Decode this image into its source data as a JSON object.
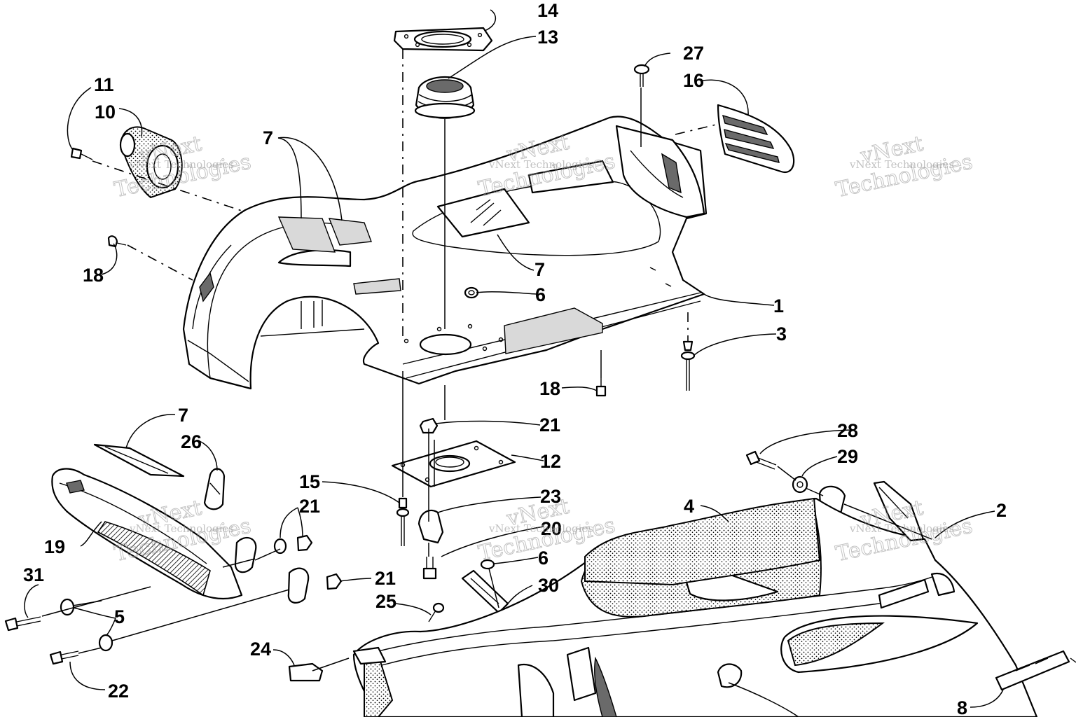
{
  "watermark": {
    "brand": "vNext",
    "word": "Technologies",
    "full": "vNext Technologies"
  },
  "callouts": [
    "1",
    "2",
    "3",
    "4",
    "5",
    "6",
    "6",
    "7",
    "7",
    "7",
    "8",
    "10",
    "11",
    "12",
    "13",
    "14",
    "15",
    "16",
    "18",
    "18",
    "19",
    "20",
    "21",
    "21",
    "21",
    "22",
    "23",
    "24",
    "25",
    "26",
    "27",
    "28",
    "29",
    "30",
    "31"
  ]
}
